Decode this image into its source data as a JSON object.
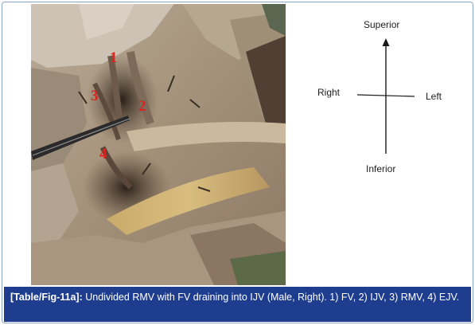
{
  "figure": {
    "labels": {
      "one": "1",
      "two": "2",
      "three": "3",
      "four": "4"
    },
    "orientation": {
      "superior": "Superior",
      "inferior": "Inferior",
      "right": "Right",
      "left": "Left"
    },
    "caption": {
      "tag": "[Table/Fig-11a]:",
      "text": "Undivided RMV with FV draining into IJV (Male, Right). 1) FV, 2) IJV, 3) RMV, 4) EJV."
    }
  },
  "colors": {
    "label_red": "#e0201c",
    "caption_bg": "#1e3d8f",
    "caption_text": "#ffffff",
    "frame_border": "#8aa3c8"
  }
}
